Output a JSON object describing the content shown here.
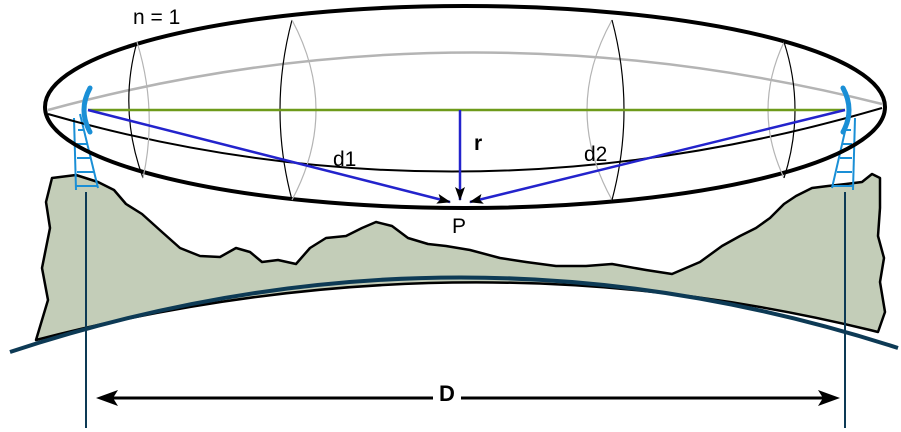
{
  "labels": {
    "medium": "n = 1",
    "distance_1": "d1",
    "distance_2": "d2",
    "radius": "r",
    "point": "P",
    "path_distance": "D"
  },
  "colors": {
    "terrain_fill": "#c3cdb8",
    "terrain_stroke": "#000000",
    "earth_curve": "#0d3a55",
    "line_of_sight": "#6e9a1a",
    "ray": "#2323cc",
    "antenna": "#1a8fd6",
    "zone_outline": "#000000",
    "zone_inner": "#b4b4b4"
  },
  "icons": {
    "left_antenna": "dish-antenna-icon",
    "right_antenna": "dish-antenna-icon"
  }
}
